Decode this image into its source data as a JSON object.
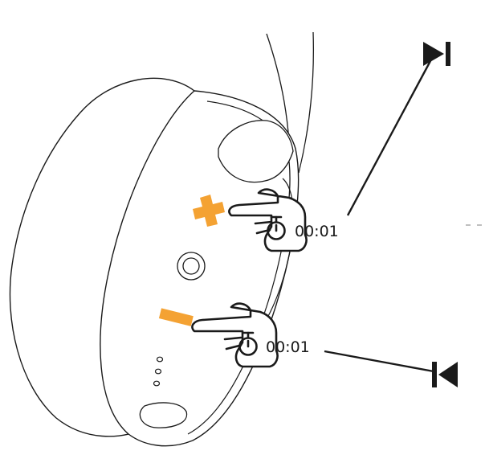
{
  "diagram": {
    "upper_control": {
      "symbol": "plus",
      "hold_time": "00:01",
      "icon": "stopwatch-icon",
      "result_icon": "next-track-icon"
    },
    "lower_control": {
      "symbol": "minus",
      "hold_time": "00:01",
      "icon": "stopwatch-icon",
      "result_icon": "previous-track-icon"
    },
    "colors": {
      "accent": "#F4A233",
      "line": "#1a1a1a",
      "background": "#ffffff"
    }
  }
}
